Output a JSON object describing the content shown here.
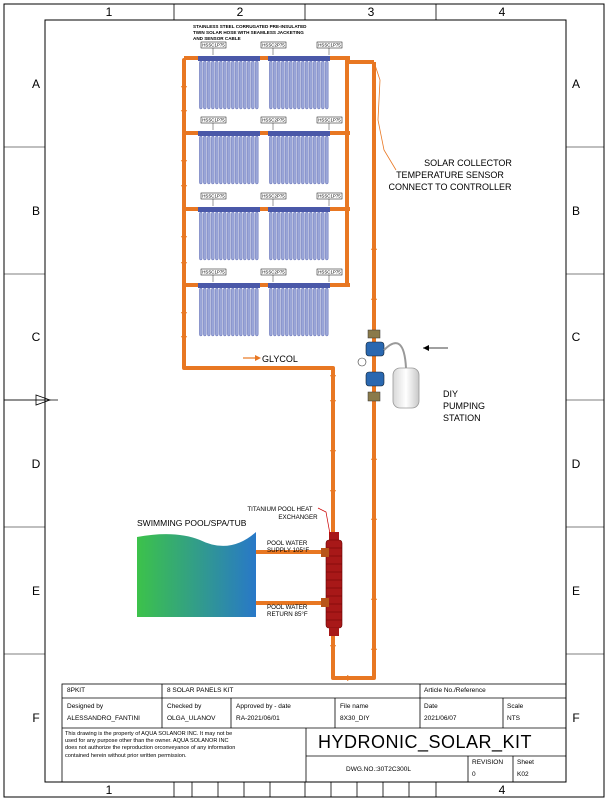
{
  "border": {
    "columns": [
      "1",
      "2",
      "3",
      "4"
    ],
    "rows": [
      "A",
      "B",
      "C",
      "D",
      "E",
      "F"
    ]
  },
  "labels": {
    "hose_note": [
      "STAINLESS STEEL CORRUGATED PRE-INSULATED",
      "TWIN SOLAR HOSE WITH SEAMLESS JACKETING",
      "AND SENSOR CABLE"
    ],
    "sensor_note": [
      "SOLAR COLLECTOR",
      "TEMPERATURE SENSOR",
      "CONNECT TO CONTROLLER"
    ],
    "glycol": "GLYCOL",
    "pumping_station": [
      "DIY",
      "PUMPING",
      "STATION"
    ],
    "heat_exchanger": [
      "TITANIUM POOL HEAT",
      "EXCHANGER"
    ],
    "pool": "SWIMMING POOL/SPA/TUB",
    "pool_supply": [
      "POOL WATER",
      "SUPPLY 105°F"
    ],
    "pool_return": [
      "POOL WATER",
      "RETURN 85°F"
    ]
  },
  "panel_tags": [
    [
      "HSSC1P75",
      "HSSC2P75",
      "HSSC1P75"
    ],
    [
      "HSSC1P75",
      "HSSC2P75",
      "HSSC1P75"
    ],
    [
      "HSSC1P75",
      "HSSC2P75",
      "HSSC1P75"
    ],
    [
      "HSSC1P75",
      "HSSC2P75",
      "HSSC1P75"
    ]
  ],
  "title_block": {
    "kit_code": "8PKIT",
    "description": "8 SOLAR PANELS KIT",
    "article_label": "Article No./Reference",
    "designed_label": "Designed by",
    "designed_value": "ALESSANDRO_FANTINI",
    "checked_label": "Checked by",
    "checked_value": "OLGA_ULANOV",
    "approved_label": "Approved by - date",
    "approved_value": "RA-2021/06/01",
    "file_label": "File name",
    "file_value": "8X30_DIY",
    "date_label": "Date",
    "date_value": "2021/06/07",
    "scale_label": "Scale",
    "scale_value": "NTS",
    "disclaimer": [
      "This drawing is the property of AQUA SOLANOR INC.  It may not be",
      "used for any purpose other than the owner.  AQUA SOLANOR INC",
      "does not authorize the reproduction orconveyance of any information",
      "contained herein without prior written permission."
    ],
    "title": "HYDRONIC_SOLAR_KIT",
    "dwg_no": "DWG.NO.:30T2C300L",
    "revision_label": "REVISION",
    "revision_value": "0",
    "sheet_label": "Sheet",
    "sheet_value": "K02"
  },
  "colors": {
    "pipe": "#e87722",
    "pipe_dark": "#b8561a",
    "tube": "#9aa6d8",
    "tube_dark": "#4a58a8",
    "exchanger": "#a81818",
    "pool_left": "#3cc24a",
    "pool_right": "#2878c8"
  }
}
